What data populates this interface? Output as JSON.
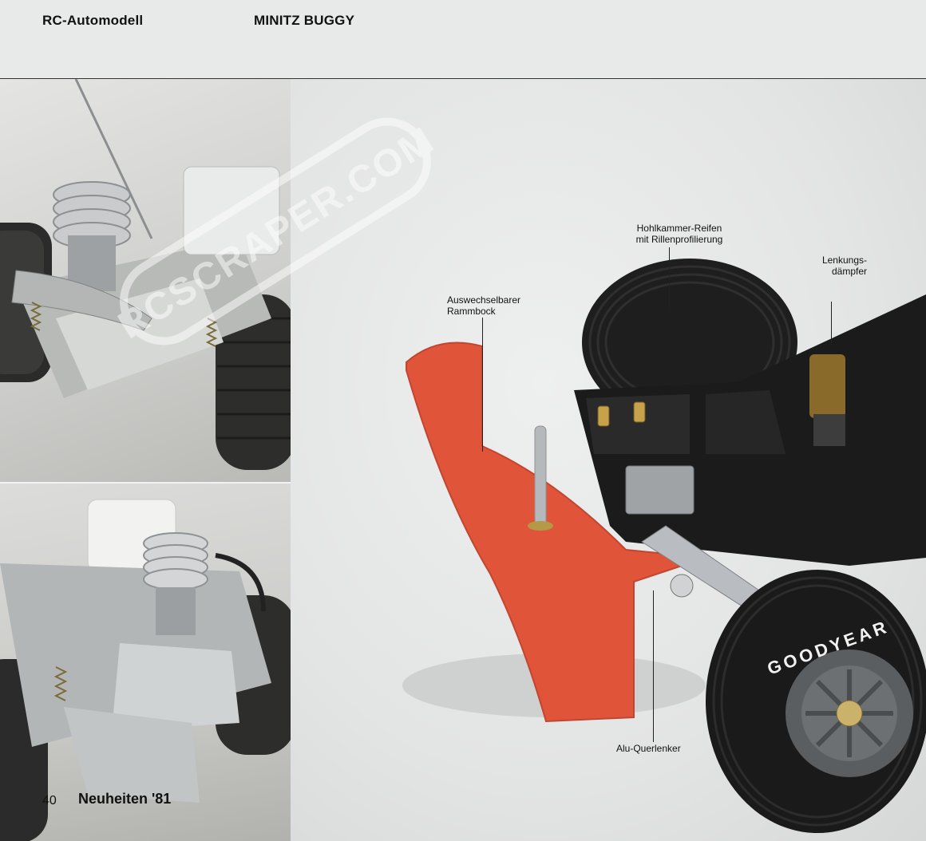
{
  "header": {
    "left": "RC-Automodell",
    "center": "MINITZ BUGGY"
  },
  "labels": {
    "rammbock_line1": "Auswechselbarer",
    "rammbock_line2": "Rammbock",
    "reifen_line1": "Hohlkammer-Reifen",
    "reifen_line2": "mit Rillenprofilierung",
    "lenkung_line1": "Lenkungs-",
    "lenkung_line2": "dämpfer",
    "querlenker": "Alu-Querlenker"
  },
  "tire_text": "GOODYEAR",
  "watermark": {
    "text": "RCSCRAPER.COM"
  },
  "footer": {
    "page_number": "40",
    "title": "Neuheiten '81"
  },
  "colors": {
    "background": "#e8e9e9",
    "ram_orange": "#e0553a",
    "chassis_black": "#1b1b1b",
    "aluminium": "#b9bcc0"
  }
}
